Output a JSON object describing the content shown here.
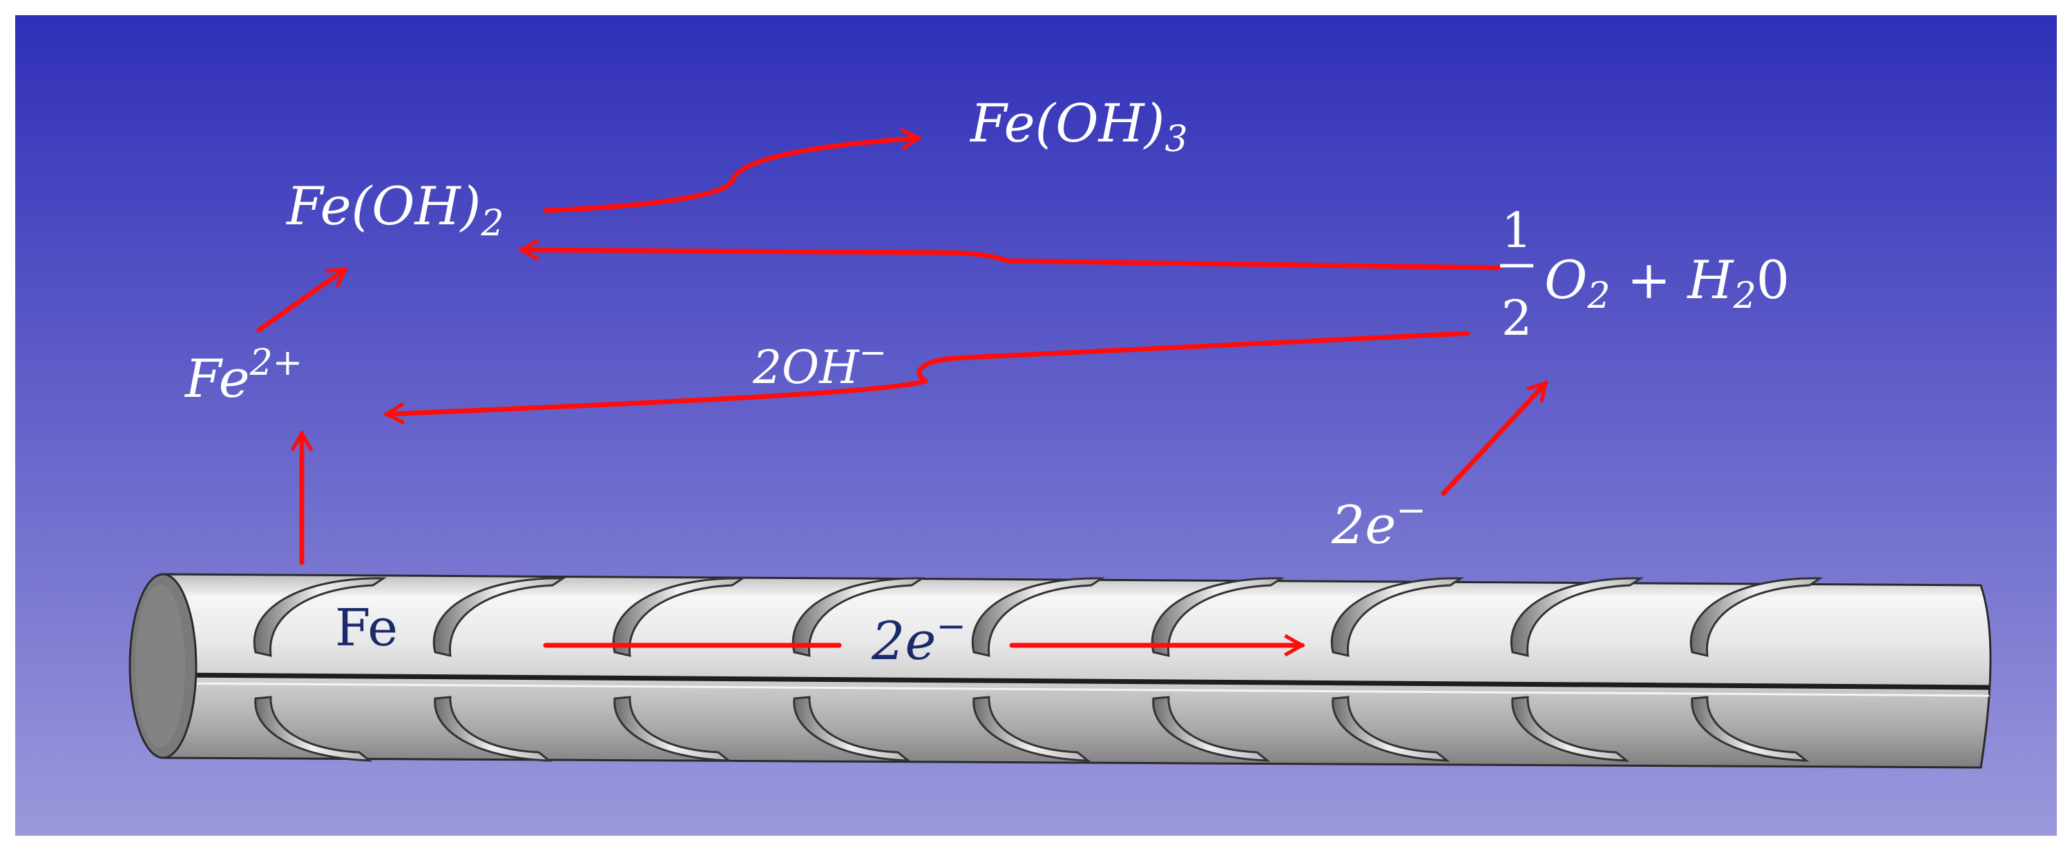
{
  "colors": {
    "bg_top": "#2f2fb8",
    "bg_bottom": "#9c98dc",
    "arrow": "#ff0d0d",
    "label_light": "#ffffff",
    "label_dark": "#1a2a6c",
    "rebar_light": "#f4f4f4",
    "rebar_dark": "#8a8a8a"
  },
  "labels": {
    "fe_oh_3_base": "Fe(OH)",
    "fe_oh_3_sub": "3",
    "fe_oh_2_base": "Fe(OH)",
    "fe_oh_2_sub": "2",
    "fe_ion_base": "Fe",
    "fe_ion_sup": "2+",
    "hydroxide_base": "2OH",
    "hydroxide_sup": "−",
    "half_numerator": "1",
    "half_denominator": "2",
    "oxygen_base": "O",
    "oxygen_sub": "2",
    "plus_water_base": " + H",
    "water_sub": "2",
    "water_tail": "0",
    "electron_right_base": "2e",
    "electron_right_sup": "−",
    "metal": "Fe",
    "electron_rod_base": "2e",
    "electron_rod_sup": "−"
  }
}
